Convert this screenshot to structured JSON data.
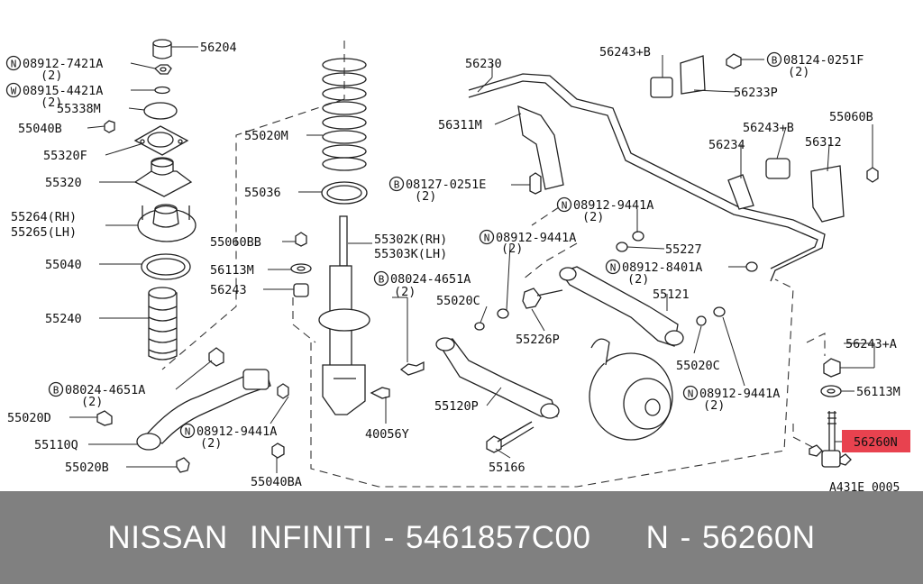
{
  "diagram": {
    "labels": [
      "56204",
      "08912-7421A",
      "(2)",
      "08915-4421A",
      "(2)",
      "55338M",
      "55040B",
      "55320F",
      "55320",
      "55264(RH)",
      "55265(LH)",
      "55040",
      "55240",
      "08024-4651A",
      "(2)",
      "55020D",
      "55110Q",
      "55020B",
      "55020M",
      "55036",
      "55060BB",
      "55302K(RH)",
      "55303K(LH)",
      "56113M",
      "56243",
      "08024-4651A",
      "(2)",
      "08912-9441A",
      "(2)",
      "40056Y",
      "55040BA",
      "56230",
      "56311M",
      "08127-0251E",
      "(2)",
      "08912-9441A",
      "(2)",
      "55227",
      "55020C",
      "55226P",
      "56243+B",
      "08124-0251F",
      "(2)",
      "56233P",
      "56243+B",
      "55060B",
      "56234",
      "56312",
      "08912-9441A",
      "(2)",
      "08912-8401A",
      "(2)",
      "55121",
      "55020C",
      "55120P",
      "55166",
      "08912-9441A",
      "(2)",
      "56243+A",
      "56113M",
      "56260N",
      "A431E 0005"
    ],
    "prefixes": [
      "N",
      "W",
      "B",
      "B",
      "N",
      "B",
      "N",
      "N",
      "B",
      "N",
      "N"
    ],
    "highlight_color": "#e8424f"
  },
  "footer": {
    "text": "NISSAN  INFINITI - 5461857C00     N - 56260N"
  }
}
